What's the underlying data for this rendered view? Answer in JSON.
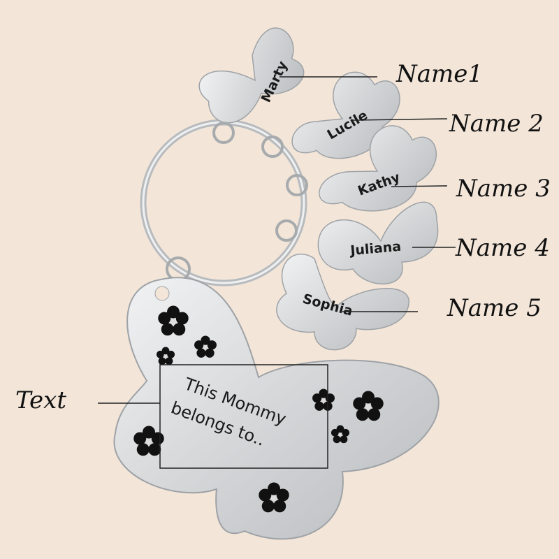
{
  "colors": {
    "background": "#f3e6d9",
    "metal": "#d9dadc",
    "metal_edge": "#9ea2a6",
    "ink": "#111111"
  },
  "labels": {
    "name1": "Name1",
    "name2": "Name 2",
    "name3": "Name 3",
    "name4": "Name 4",
    "name5": "Name 5",
    "text": "Text"
  },
  "engravings": {
    "name1": "Marty",
    "name2": "Lucile",
    "name3": "Kathy",
    "name4": "Juliana",
    "name5": "Sophia",
    "message_line1": "This Mommy",
    "message_line2": "belongs to.."
  }
}
